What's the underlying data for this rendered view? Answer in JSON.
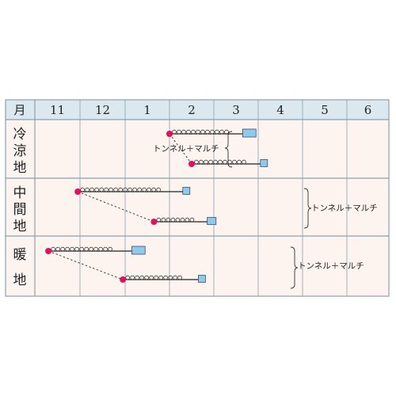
{
  "header": {
    "month_label": "月",
    "months": [
      "11",
      "12",
      "1",
      "2",
      "3",
      "4",
      "5",
      "6"
    ]
  },
  "colors": {
    "dot": "#e0115f",
    "harvest": "#8ecbea",
    "header_bg": "#dbe8f0",
    "row_bg": "#fdf4ef",
    "grid": "#8aa0ad"
  },
  "legend_note": "トンネル＋マルチ",
  "regions": [
    {
      "chars": [
        "冷",
        "涼",
        "地"
      ],
      "note": "トンネル＋マルチ",
      "schedules": [
        {
          "sow": 3.0,
          "grow_end": 4.65,
          "harvest_end": 4.95
        },
        {
          "sow": 3.5,
          "grow_end": 5.05,
          "harvest_end": 5.1
        }
      ]
    },
    {
      "chars": [
        "中",
        "間",
        "地"
      ],
      "note": "トンネル＋マルチ",
      "schedules": [
        {
          "sow": 0.95,
          "grow_end": 3.3,
          "harvest_end": 3.45
        },
        {
          "sow": 2.65,
          "grow_end": 3.85,
          "harvest_end": 4.05
        }
      ]
    },
    {
      "chars": [
        "暖",
        "地"
      ],
      "note": "トンネル＋マルチ",
      "schedules": [
        {
          "sow": 0.3,
          "grow_end": 2.15,
          "harvest_end": 2.45
        },
        {
          "sow": 1.95,
          "grow_end": 3.65,
          "harvest_end": 3.8
        }
      ]
    }
  ]
}
